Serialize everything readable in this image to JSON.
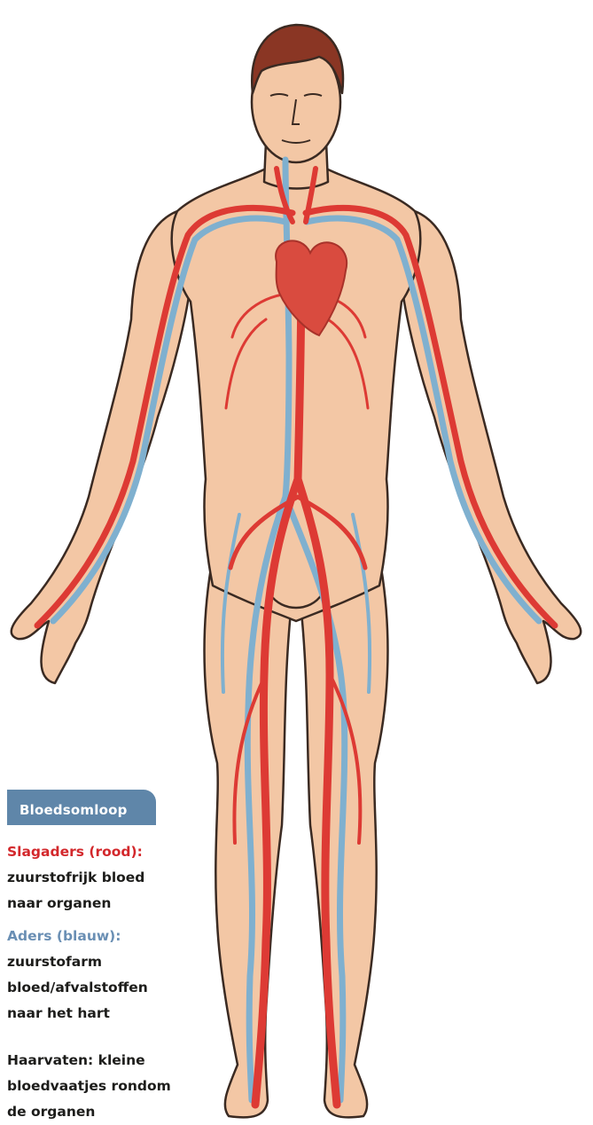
{
  "legend": {
    "title": "Bloedsomloop",
    "arteries_label": "Slagaders (rood):",
    "arteries_line1": "zuurstofrijk bloed",
    "arteries_line2": "naar organen",
    "veins_label": "Aders (blauw):",
    "veins_line1": "zuurstofarm",
    "veins_line2": "bloed/afvalstoffen",
    "veins_line3": "naar het hart",
    "capillaries_line1": "Haarvaten: kleine",
    "capillaries_line2": "bloedvaatjes rondom",
    "capillaries_line3": "de organen"
  },
  "colors": {
    "skin": "#f3c7a5",
    "outline": "#3a2a22",
    "artery": "#dd3a34",
    "vein": "#7fb0cf",
    "heart": "#d94b3f",
    "hair": "#8a3624",
    "badge": "#5f86a9",
    "red_text": "#d3282c",
    "blue_text": "#6a8fb4"
  }
}
